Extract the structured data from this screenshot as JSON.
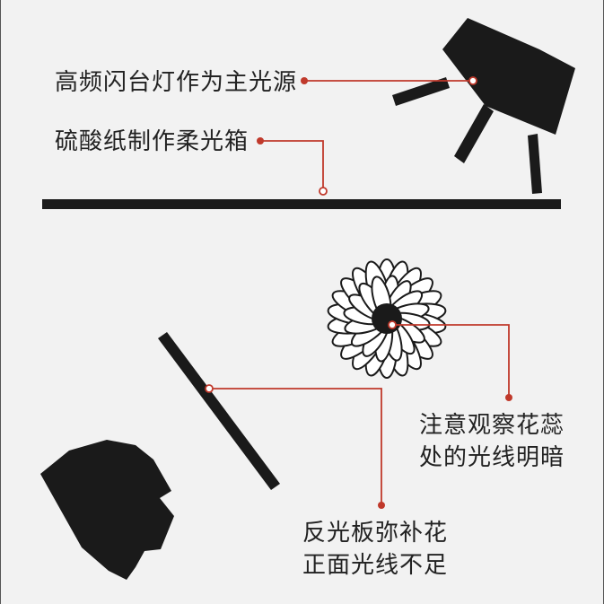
{
  "labels": {
    "flash": "高频闪台灯作为主光源",
    "softbox": "硫酸纸制作柔光箱",
    "observe_line1": "注意观察花蕊",
    "observe_line2": "处的光线明暗",
    "reflector_line1": "反光板弥补花",
    "reflector_line2": "正面光线不足"
  },
  "colors": {
    "background": "#f2f2f2",
    "ink": "#1a1a1a",
    "annotation": "#c0392b"
  }
}
